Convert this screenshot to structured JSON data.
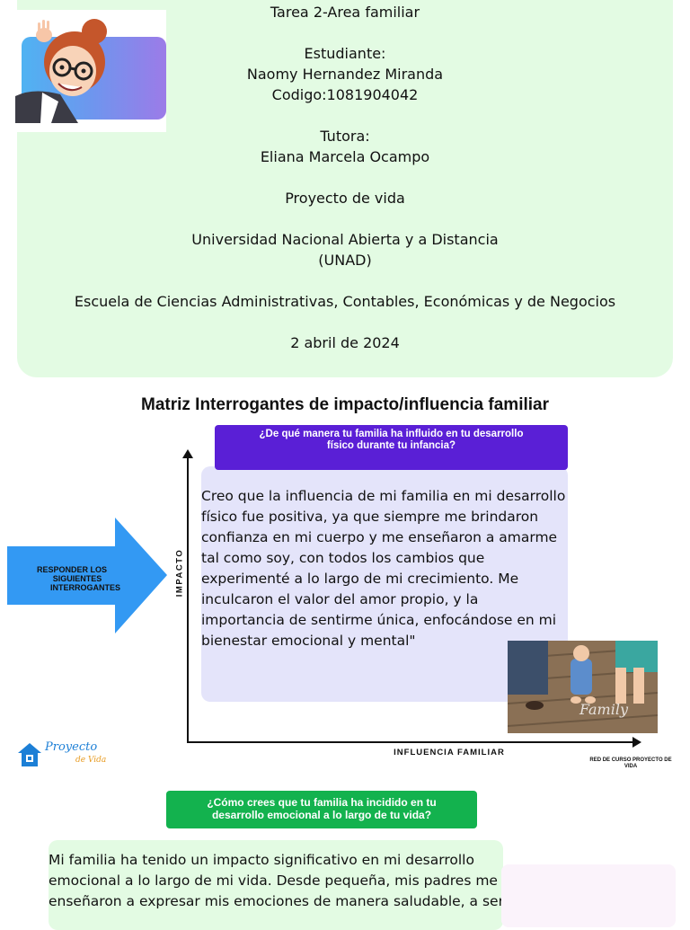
{
  "cover": {
    "title": "Tarea 2-Area familiar",
    "student_label": "Estudiante:",
    "student_name": "Naomy Hernandez Miranda",
    "student_code": "Codigo:1081904042",
    "tutor_label": "Tutora:",
    "tutor_name": "Eliana Marcela Ocampo",
    "project": "Proyecto de vida",
    "university_line1": "Universidad Nacional Abierta y a Distancia",
    "university_line2": "(UNAD)",
    "school": "Escuela de Ciencias Administrativas, Contables, Económicas y de Negocios",
    "date": "2 abril de  2024"
  },
  "matrix": {
    "title": "Matriz Interrogantes de impacto/influencia familiar",
    "question1_line1": "¿De qué manera tu familia ha  influido en tu desarrollo",
    "question1_line2": "físico  durante tu infancia?",
    "y_axis_label": "IMPACTO",
    "x_axis_label": "INFLUENCIA FAMILIAR",
    "answer1_lines": [
      "Creo que la influencia de mi familia en mi desarrollo",
      "físico fue positiva, ya que siempre me brindaron",
      "confianza en mi cuerpo y me enseñaron a amarme",
      "tal como soy, con todos los cambios que",
      "experimenté a lo largo de mi crecimiento. Me",
      "inculcaron el valor del amor propio,  y la",
      "importancia de sentirme única, enfocándose en mi",
      "bienestar emocional y mental\""
    ],
    "arrow_text_line1": "RESPONDER LOS",
    "arrow_text_line2": "SIGUIENTES",
    "arrow_text_line3": "INTERROGANTES",
    "photo_caption": "Family",
    "logo_text1": "Proyecto",
    "logo_text2": "de Vida",
    "red_curso_line1": "RED DE CURSO PROYECTO DE",
    "red_curso_line2": "VIDA"
  },
  "question2": {
    "line1": "¿Cómo crees que tu familia ha  incidido en tu",
    "line2": "desarrollo  emocional a lo largo de tu vida?",
    "answer_lines": [
      "Mi familia ha tenido un impacto significativo en mi desarrollo",
      "emocional a lo largo de mi vida. Desde pequeña, mis padres me",
      "enseñaron a expresar mis emociones de manera saludable, a ser"
    ]
  },
  "colors": {
    "cover_bg": "#e3fbe3",
    "question1_bg": "#5a1fd6",
    "answer1_bg": "#e4e4fa",
    "arrow": "#3399f3",
    "question2_bg": "#13b24e"
  }
}
